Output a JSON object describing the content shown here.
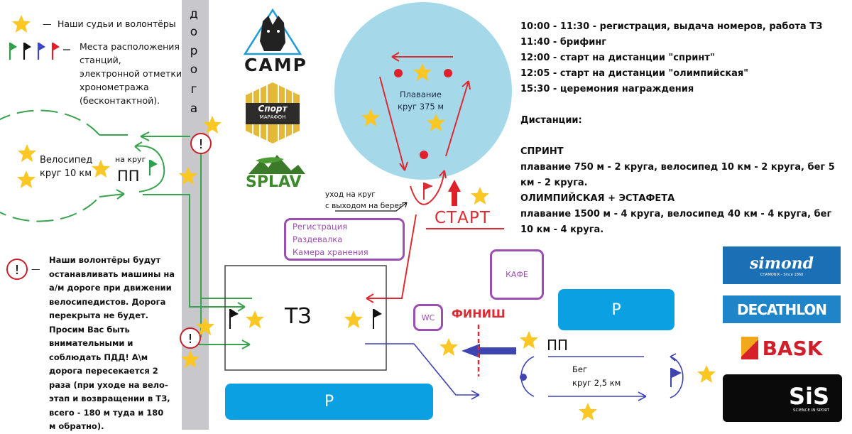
{
  "legend": {
    "star_label": "Наши судьи и волонтёры",
    "flags_label_lines": [
      "Места расположения",
      "станций,",
      "электронной отметки",
      "хронометража",
      "(бесконтактной)."
    ],
    "flag_colors": [
      "#2aa14a",
      "#111111",
      "#3b46c4",
      "#e0202a"
    ],
    "warning_symbol": "!",
    "warning_note_lines": [
      "Наши волонтёры будут",
      "останавливать машины на",
      "а/м дороге при движении",
      "велосипедистов. Дорога",
      "перекрыта не будет.",
      "Просим Вас быть",
      "внимательными и",
      "соблюдать ПДД! А\\м",
      "дорога пересекается 2",
      "раза (при уходе на вело-",
      "этап и возвращении в ТЗ,",
      "всего - 180 м туда и 180",
      "м обратно)."
    ],
    "dash": "—"
  },
  "road": {
    "letters": [
      "д",
      "о",
      "р",
      "о",
      "г",
      "а"
    ]
  },
  "bike": {
    "title": "Велосипед",
    "subtitle": "круг 10 км",
    "lap_label": "на круг",
    "checkpoint": "ПП"
  },
  "swim": {
    "title": "Плавание",
    "subtitle": "круг 375 м",
    "exit_note_lines": [
      "уход на круг",
      "с выходом на берег"
    ]
  },
  "start_label": "СТАРТ",
  "finish_label": "ФИНИШ",
  "services": {
    "lines": [
      "Регистрация",
      "Раздевалка",
      "Камера хранения"
    ]
  },
  "transition_zone": "ТЗ",
  "wc_label": "WC",
  "cafe_label": "КАФЕ",
  "parking_label": "P",
  "run": {
    "title": "Бег",
    "subtitle": "круг 2,5 км",
    "checkpoint": "ПП"
  },
  "schedule": [
    "10:00 - 11:30 - регистрация, выдача номеров, работа ТЗ",
    "11:40 - брифинг",
    "12:00 - старт на дистанции \"спринт\"",
    "12:05 - старт на дистанции \"олимпийская\"",
    "15:30 - церемония награждения"
  ],
  "distances": {
    "heading": "Дистанции:",
    "sprint_title": "СПРИНТ",
    "sprint_lines": [
      "плавание 750 м - 2 круга, велосипед 10 км - 2 круга, бег 5",
      "км - 2 круга."
    ],
    "olympic_title": "ОЛИМПИЙСКАЯ + ЭСТАФЕТА",
    "olympic_lines": [
      "плавание 1500 м - 4 круга, велосипед 40 км - 4 круга, бег",
      "10 км - 4 круга."
    ]
  },
  "sponsors": {
    "camp": "CAMP",
    "sportmarafon_top": "Спорт",
    "sportmarafon_bottom": "МАРАФОН",
    "splav": "SPLAV",
    "simond": "simond",
    "simond_sub": "CHAMONIX - Since 1860",
    "decathlon": "DECATHLON",
    "bask": "BASK",
    "sis": "SiS",
    "sis_sub": "SCIENCE IN SPORT"
  },
  "colors": {
    "star": "#fbc724",
    "road": "#c8c7cc",
    "bike_route": "#3aa24e",
    "swim_route": "#dc2b32",
    "run_route": "#3e45b0",
    "lake": "#a5d9ea",
    "parking": "#0aa0e2",
    "purple": "#9b4fb0"
  }
}
